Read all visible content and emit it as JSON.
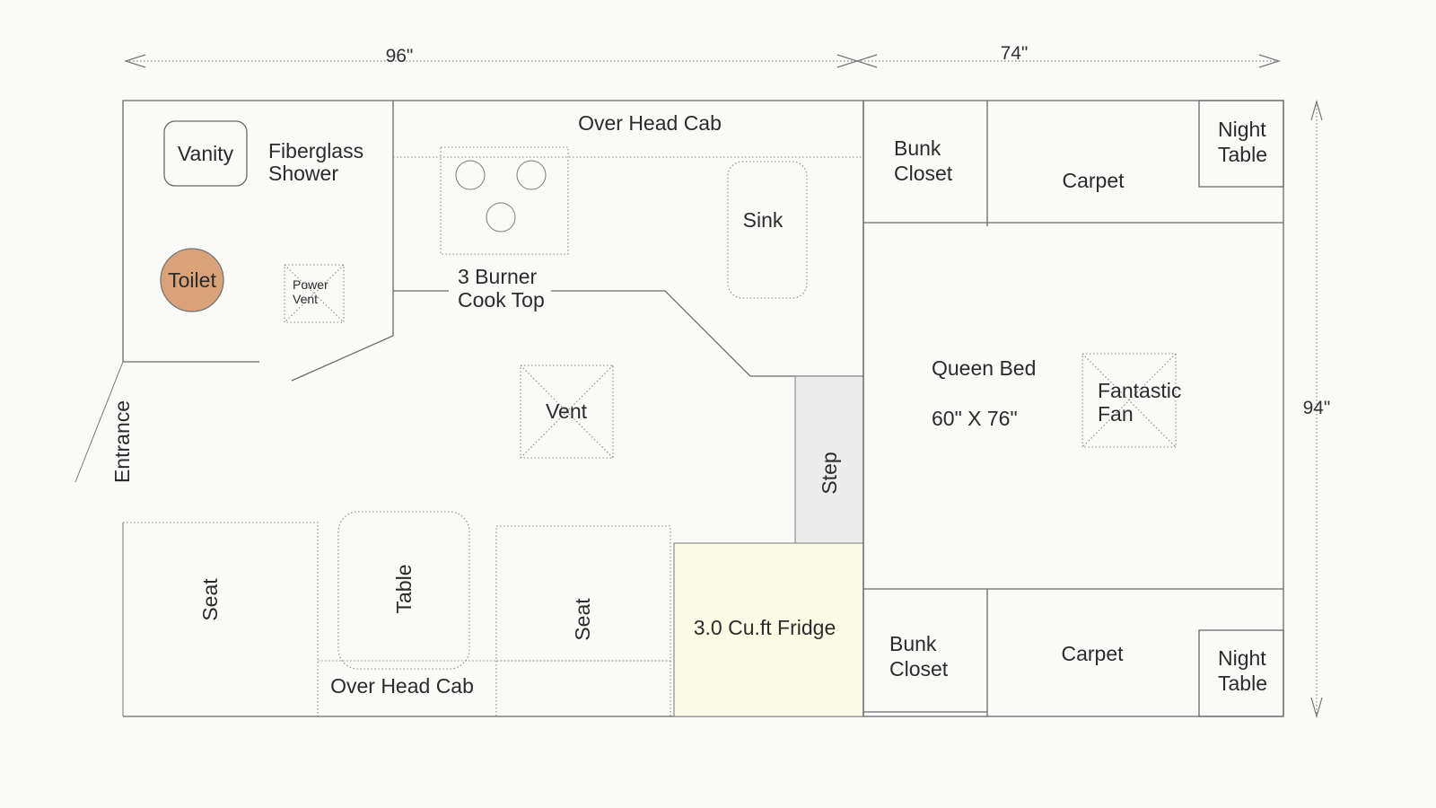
{
  "dimensions": {
    "width": "96\"",
    "length": "74\"",
    "height": "94\""
  },
  "labels": {
    "vanity": "Vanity",
    "shower_line1": "Fiberglass",
    "shower_line2": "Shower",
    "toilet": "Toilet",
    "power_vent_line1": "Power",
    "power_vent_line2": "Vent",
    "overhead_cab_top": "Over Head Cab",
    "cooktop_line1": "3 Burner",
    "cooktop_line2": "Cook Top",
    "sink": "Sink",
    "vent": "Vent",
    "entrance": "Entrance",
    "step": "Step",
    "seat_left": "Seat",
    "table": "Table",
    "seat_right": "Seat",
    "overhead_cab_bottom": "Over Head Cab",
    "fridge": "3.0 Cu.ft Fridge",
    "bunk_closet_top_line1": "Bunk",
    "bunk_closet_top_line2": "Closet",
    "carpet_top": "Carpet",
    "night_table_top_line1": "Night",
    "night_table_top_line2": "Table",
    "queen_bed": "Queen Bed",
    "bed_size": "60\" X 76\"",
    "fan_line1": "Fantastic",
    "fan_line2": "Fan",
    "bunk_closet_bottom_line1": "Bunk",
    "bunk_closet_bottom_line2": "Closet",
    "carpet_bottom": "Carpet",
    "night_table_bottom_line1": "Night",
    "night_table_bottom_line2": "Table"
  },
  "colors": {
    "toilet": "#d9a278",
    "fridge": "#fbfbe6",
    "sink": "#fbfbe9",
    "step": "#ececec"
  }
}
